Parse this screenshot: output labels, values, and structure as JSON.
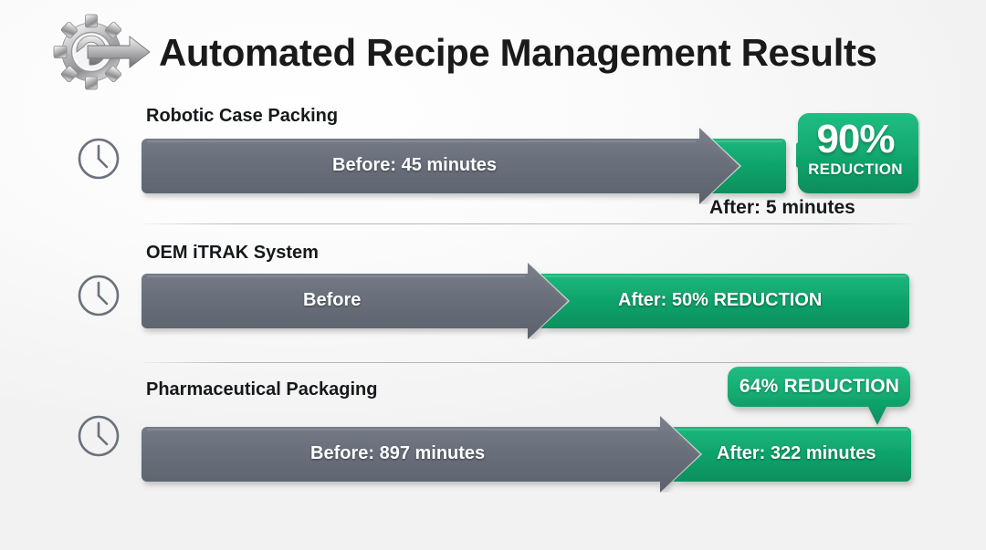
{
  "header": {
    "title": "Automated Recipe Management Results",
    "logo_icon": "gear-arrow-wrench-icon"
  },
  "theme": {
    "gray_bar": "#6b717c",
    "gray_bar_dark": "#555b66",
    "green": "#10a56d",
    "green_dark": "#0b8a59",
    "background": "#f5f5f5",
    "title_color": "#1a1a1a",
    "bar_text_color": "#ffffff"
  },
  "rows": [
    {
      "label": "Robotic Case Packing",
      "clock_icon": "clock-icon",
      "before_text": "Before: 45 minutes",
      "after_text": "After: 5 minutes",
      "after_style": "plain-below",
      "callout": {
        "value": "90%",
        "sub": "REDUCTION",
        "style": "bubble-left-tail"
      }
    },
    {
      "label": "OEM iTRAK System",
      "clock_icon": "clock-icon",
      "before_text": "Before",
      "after_text": "After: 50% REDUCTION",
      "after_style": "in-green-bar",
      "callout": null
    },
    {
      "label": "Pharmaceutical Packaging",
      "clock_icon": "clock-icon",
      "before_text": "Before: 897 minutes",
      "after_text": "After: 322 minutes",
      "after_style": "in-green-bar",
      "callout": {
        "value": "64% REDUCTION",
        "sub": "",
        "style": "bubble-down-tail"
      }
    }
  ]
}
